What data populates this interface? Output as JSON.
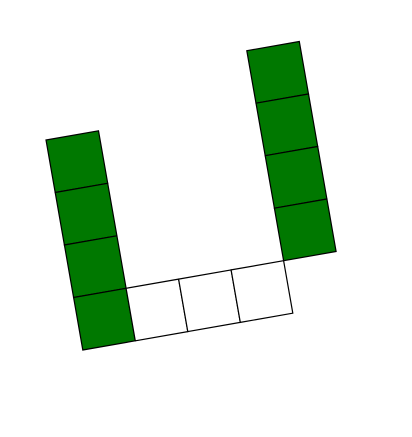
{
  "colors": {
    "filled": "#007800",
    "empty": "#ffffff",
    "outline": "#000000",
    "background": "#ffffff"
  },
  "shape": {
    "description_units": "grid cells",
    "left_column": [
      {
        "col": 0,
        "row": 0,
        "filled": true
      },
      {
        "col": 0,
        "row": 1,
        "filled": true
      },
      {
        "col": 0,
        "row": 2,
        "filled": true
      },
      {
        "col": 0,
        "row": 3,
        "filled": true
      }
    ],
    "bottom_row": [
      {
        "col": 1,
        "row": 3,
        "filled": false
      },
      {
        "col": 2,
        "row": 3,
        "filled": false
      },
      {
        "col": 3,
        "row": 3,
        "filled": false
      }
    ],
    "right_column": [
      {
        "col": 4,
        "row": -1,
        "filled": true
      },
      {
        "col": 4,
        "row": 0,
        "filled": true
      },
      {
        "col": 4,
        "row": 1,
        "filled": true
      },
      {
        "col": 4,
        "row": 2,
        "filled": true
      }
    ]
  }
}
